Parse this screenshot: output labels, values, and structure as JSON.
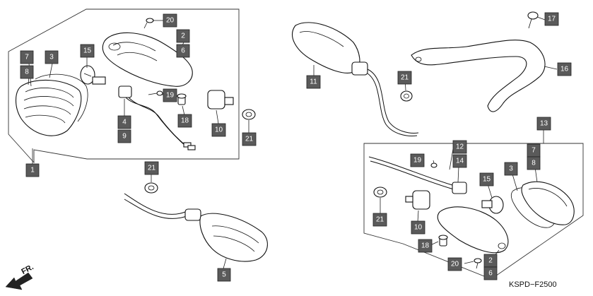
{
  "callouts": {
    "c1": "1",
    "c2a": "2",
    "c2b": "2",
    "c3a": "3",
    "c3b": "3",
    "c4": "4",
    "c5": "5",
    "c6a": "6",
    "c6b": "6",
    "c7a": "7",
    "c7b": "7",
    "c8a": "8",
    "c8b": "8",
    "c9": "9",
    "c10a": "10",
    "c10b": "10",
    "c11": "11",
    "c12": "12",
    "c13": "13",
    "c14": "14",
    "c15a": "15",
    "c15b": "15",
    "c16": "16",
    "c17": "17",
    "c18a": "18",
    "c18b": "18",
    "c19a": "19",
    "c19b": "19",
    "c20a": "20",
    "c20b": "20",
    "c21a": "21",
    "c21b": "21",
    "c21c": "21",
    "c21d": "21"
  },
  "direction_label": "FR.",
  "diagram_code": "KSPD−F2500"
}
